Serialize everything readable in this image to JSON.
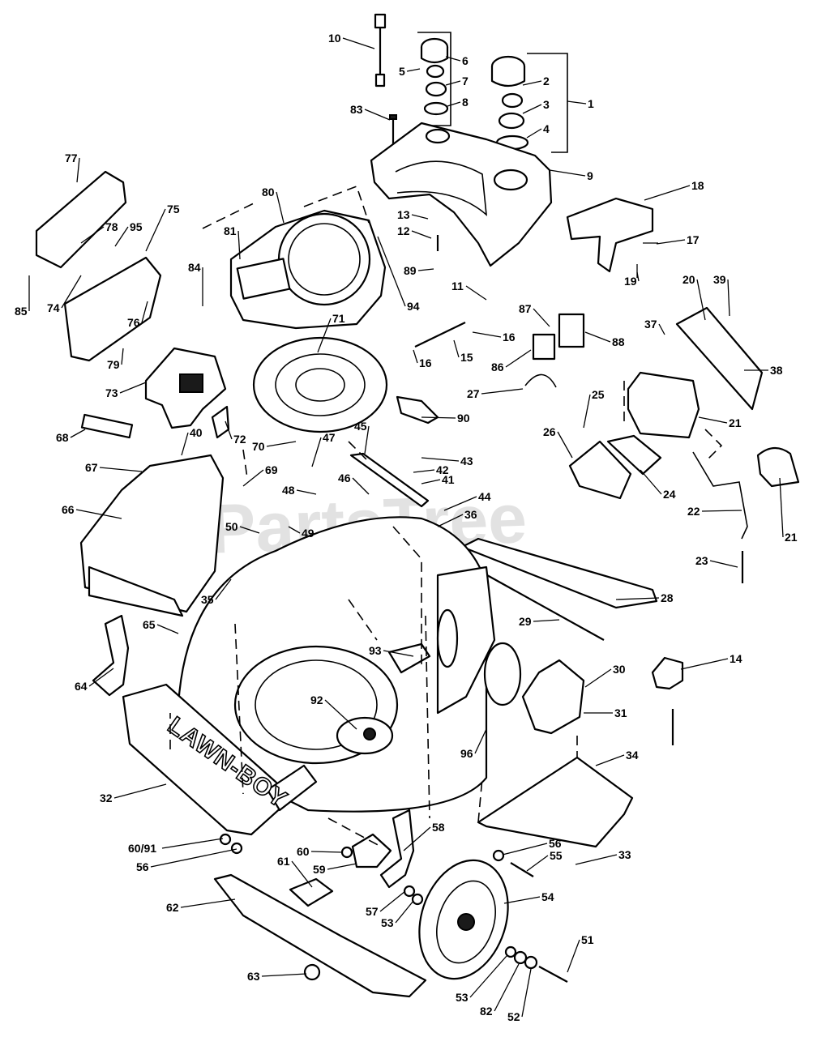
{
  "watermark": "PartsTree",
  "deck_brand": "LAWN-BOY",
  "callouts": [
    {
      "id": "c10",
      "label": "10"
    },
    {
      "id": "c5",
      "label": "5"
    },
    {
      "id": "c6",
      "label": "6"
    },
    {
      "id": "c7",
      "label": "7"
    },
    {
      "id": "c8",
      "label": "8"
    },
    {
      "id": "c2",
      "label": "2"
    },
    {
      "id": "c1",
      "label": "1"
    },
    {
      "id": "c3",
      "label": "3"
    },
    {
      "id": "c4",
      "label": "4"
    },
    {
      "id": "c83",
      "label": "83"
    },
    {
      "id": "c9",
      "label": "9"
    },
    {
      "id": "c77",
      "label": "77"
    },
    {
      "id": "c80",
      "label": "80"
    },
    {
      "id": "c18",
      "label": "18"
    },
    {
      "id": "c13",
      "label": "13"
    },
    {
      "id": "c78",
      "label": "78"
    },
    {
      "id": "c95",
      "label": "95"
    },
    {
      "id": "c75",
      "label": "75"
    },
    {
      "id": "c12",
      "label": "12"
    },
    {
      "id": "c81",
      "label": "81"
    },
    {
      "id": "c17",
      "label": "17"
    },
    {
      "id": "c84",
      "label": "84"
    },
    {
      "id": "c89",
      "label": "89"
    },
    {
      "id": "c19",
      "label": "19"
    },
    {
      "id": "c85",
      "label": "85"
    },
    {
      "id": "c74",
      "label": "74"
    },
    {
      "id": "c20",
      "label": "20"
    },
    {
      "id": "c39",
      "label": "39"
    },
    {
      "id": "c11",
      "label": "11"
    },
    {
      "id": "c76",
      "label": "76"
    },
    {
      "id": "c94",
      "label": "94"
    },
    {
      "id": "c87",
      "label": "87"
    },
    {
      "id": "c37",
      "label": "37"
    },
    {
      "id": "c16a",
      "label": "16"
    },
    {
      "id": "c88",
      "label": "88"
    },
    {
      "id": "c71",
      "label": "71"
    },
    {
      "id": "c79",
      "label": "79"
    },
    {
      "id": "c15",
      "label": "15"
    },
    {
      "id": "c38",
      "label": "38"
    },
    {
      "id": "c16b",
      "label": "16"
    },
    {
      "id": "c86",
      "label": "86"
    },
    {
      "id": "c73",
      "label": "73"
    },
    {
      "id": "c27",
      "label": "27"
    },
    {
      "id": "c25",
      "label": "25"
    },
    {
      "id": "c21a",
      "label": "21"
    },
    {
      "id": "c90",
      "label": "90"
    },
    {
      "id": "c68",
      "label": "68"
    },
    {
      "id": "c72",
      "label": "72"
    },
    {
      "id": "c40",
      "label": "40"
    },
    {
      "id": "c26",
      "label": "26"
    },
    {
      "id": "c45",
      "label": "45"
    },
    {
      "id": "c70",
      "label": "70"
    },
    {
      "id": "c47",
      "label": "47"
    },
    {
      "id": "c43",
      "label": "43"
    },
    {
      "id": "c24",
      "label": "24"
    },
    {
      "id": "c67",
      "label": "67"
    },
    {
      "id": "c69",
      "label": "69"
    },
    {
      "id": "c42",
      "label": "42"
    },
    {
      "id": "c41",
      "label": "41"
    },
    {
      "id": "c21b",
      "label": "21"
    },
    {
      "id": "c22",
      "label": "22"
    },
    {
      "id": "c48",
      "label": "48"
    },
    {
      "id": "c46",
      "label": "46"
    },
    {
      "id": "c44",
      "label": "44"
    },
    {
      "id": "c66",
      "label": "66"
    },
    {
      "id": "c36",
      "label": "36"
    },
    {
      "id": "c50",
      "label": "50"
    },
    {
      "id": "c49",
      "label": "49"
    },
    {
      "id": "c23",
      "label": "23"
    },
    {
      "id": "c35",
      "label": "35"
    },
    {
      "id": "c28",
      "label": "28"
    },
    {
      "id": "c29",
      "label": "29"
    },
    {
      "id": "c65",
      "label": "65"
    },
    {
      "id": "c93",
      "label": "93"
    },
    {
      "id": "c14",
      "label": "14"
    },
    {
      "id": "c64",
      "label": "64"
    },
    {
      "id": "c30",
      "label": "30"
    },
    {
      "id": "c92",
      "label": "92"
    },
    {
      "id": "c31",
      "label": "31"
    },
    {
      "id": "c96",
      "label": "96"
    },
    {
      "id": "c34",
      "label": "34"
    },
    {
      "id": "c32",
      "label": "32"
    },
    {
      "id": "c58",
      "label": "58"
    },
    {
      "id": "c6091",
      "label": "60/91"
    },
    {
      "id": "c60",
      "label": "60"
    },
    {
      "id": "c56a",
      "label": "56"
    },
    {
      "id": "c56b",
      "label": "56"
    },
    {
      "id": "c59",
      "label": "59"
    },
    {
      "id": "c55",
      "label": "55"
    },
    {
      "id": "c33",
      "label": "33"
    },
    {
      "id": "c61",
      "label": "61"
    },
    {
      "id": "c62",
      "label": "62"
    },
    {
      "id": "c54",
      "label": "54"
    },
    {
      "id": "c57",
      "label": "57"
    },
    {
      "id": "c53a",
      "label": "53"
    },
    {
      "id": "c51",
      "label": "51"
    },
    {
      "id": "c63",
      "label": "63"
    },
    {
      "id": "c53b",
      "label": "53"
    },
    {
      "id": "c82",
      "label": "82"
    },
    {
      "id": "c52",
      "label": "52"
    }
  ]
}
